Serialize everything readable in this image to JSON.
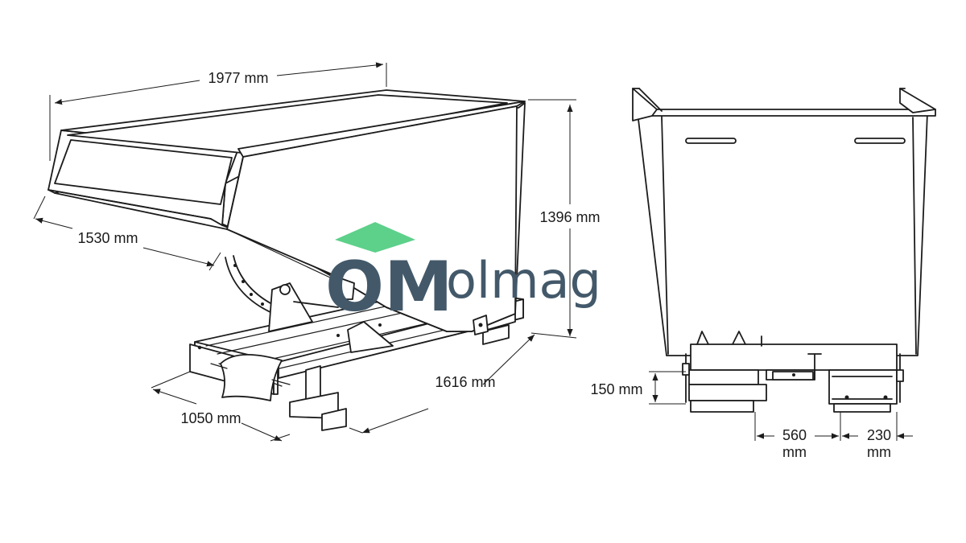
{
  "dimensions": {
    "length_top": "1977 mm",
    "depth_side": "1530 mm",
    "height": "1396 mm",
    "frame_length": "1616 mm",
    "frame_width": "1050 mm",
    "fork_height": "150 mm",
    "fork_spacing_value": "560",
    "fork_spacing_unit": "mm",
    "fork_width_value": "230",
    "fork_width_unit": "mm"
  },
  "logo": {
    "mark": "OM",
    "name": "olmag",
    "mark_color": "#43596a",
    "roof_color": "#5dd08a"
  }
}
